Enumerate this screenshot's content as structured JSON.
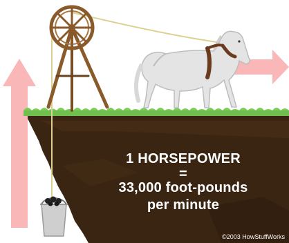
{
  "diagram": {
    "caption": {
      "line1": "1 HORSEPOWER",
      "line2": "=",
      "line3": "33,000 foot-pounds",
      "line4": "per minute"
    },
    "copyright": "©2003 HowStuffWorks"
  },
  "colors": {
    "arrow": "#f9b7b7",
    "dirt_dark": "#3a2512",
    "dirt_mid": "#4b3019",
    "grass": "#6fbf4f",
    "wood": "#8a5a2b",
    "horse": "#e4e4e4",
    "harness": "#6b3b1e",
    "bucket": "#cfcfcf",
    "coal": "#222222"
  },
  "icons": [
    "up-arrow-icon",
    "right-arrow-icon",
    "pulley-wheel-icon",
    "horse-icon",
    "bucket-icon"
  ]
}
